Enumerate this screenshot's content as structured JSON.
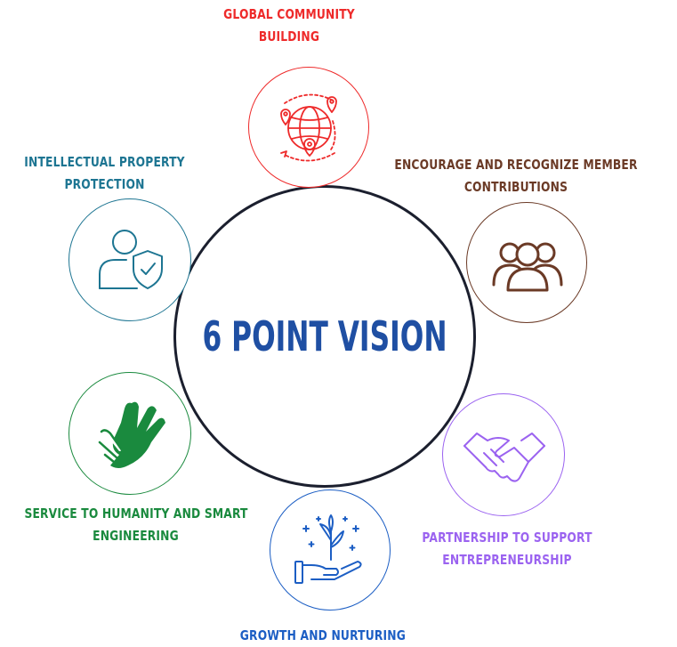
{
  "colors": {
    "global": "#ee2a2a",
    "members": "#6b3a26",
    "partnership": "#9b63f0",
    "growth": "#1c5ec4",
    "service": "#1a8a3e",
    "ip": "#1d7592",
    "hub_text": "#1f4fa3",
    "hub_ring": "#1b1f2e"
  },
  "hub": {
    "title": "6 POINT VISION"
  },
  "points": [
    {
      "id": "global",
      "label_lines": [
        "GLOBAL COMMUNITY",
        "BUILDING"
      ],
      "icon": "globe-route-icon"
    },
    {
      "id": "members",
      "label_lines": [
        "ENCOURAGE AND RECOGNIZE MEMBER",
        "CONTRIBUTIONS"
      ],
      "icon": "group-people-icon"
    },
    {
      "id": "partnership",
      "label_lines": [
        "PARTNERSHIP TO SUPPORT",
        "ENTREPRENEURSHIP"
      ],
      "icon": "handshake-icon"
    },
    {
      "id": "growth",
      "label_lines": [
        "GROWTH AND NURTURING"
      ],
      "icon": "hand-sprout-icon"
    },
    {
      "id": "service",
      "label_lines": [
        "SERVICE TO HUMANITY AND SMART",
        "ENGINEERING"
      ],
      "icon": "helping-hands-icon"
    },
    {
      "id": "ip",
      "label_lines": [
        "INTELLECTUAL PROPERTY",
        "PROTECTION"
      ],
      "icon": "user-shield-icon"
    }
  ]
}
